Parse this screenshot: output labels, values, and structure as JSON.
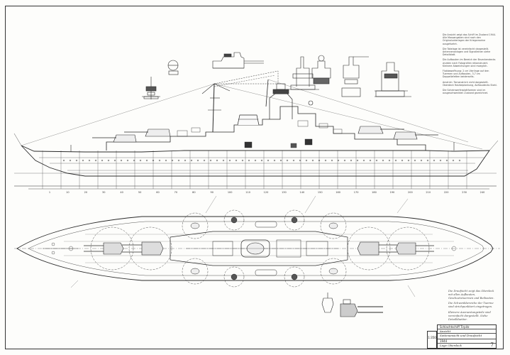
{
  "drawing": {
    "title_block": {
      "ship_name": "Schlachtschiff Tirpitz",
      "row2": "Ansicht",
      "row3": "Seitenansicht und Draufsicht",
      "row4": "1944",
      "row5": "Lage Oberdeck",
      "scale": "1:350",
      "sheet_number": "7"
    },
    "frame_numbers": [
      "1",
      "10",
      "20",
      "30",
      "40",
      "50",
      "60",
      "70",
      "80",
      "90",
      "100",
      "110",
      "120",
      "130",
      "140",
      "150",
      "160",
      "170",
      "180",
      "190",
      "200",
      "210",
      "220",
      "230",
      "240"
    ],
    "notes_top": [
      "Die Ansicht zeigt das Schiff im Zustand 1944. Alle Massangaben sind nach den Originalunterlagen der Kriegsmarine ausgefuehrt.",
      "Die Takelage ist vereinfacht dargestellt. Antennenanlagen und Signalleinen siehe Detailblatt.",
      "Die Aufbauten im Bereich der Brueckendecks wurden nach Fotografien rekonstruiert. Kleinere Abweichungen sind moeglich.",
      "Flakbewaffnung: 2 cm Vierlinge auf den Tuermen und Aufbauten, 3,7 cm Doppellafetten beiderseits.",
      "Anstrich: Tarnanstrich nicht dargestellt. Oberdeck Holzbeplankung, Aufbaudecks Stahl.",
      "Die Scheinwerferplattformen sind im ausgeschwenkten Zustand gezeichnet."
    ],
    "notes_bottom": [
      "Die Draufsicht zeigt das Oberdeck mit allen Aufbauten, Geschuetztuermen und Beibooten.",
      "Die Schwenkbereiche der Tuerme sind strichpunktiert eingetragen.",
      "Kleinere Ausruestungsteile sind vereinfacht dargestellt. Siehe Detailblaetter."
    ]
  }
}
